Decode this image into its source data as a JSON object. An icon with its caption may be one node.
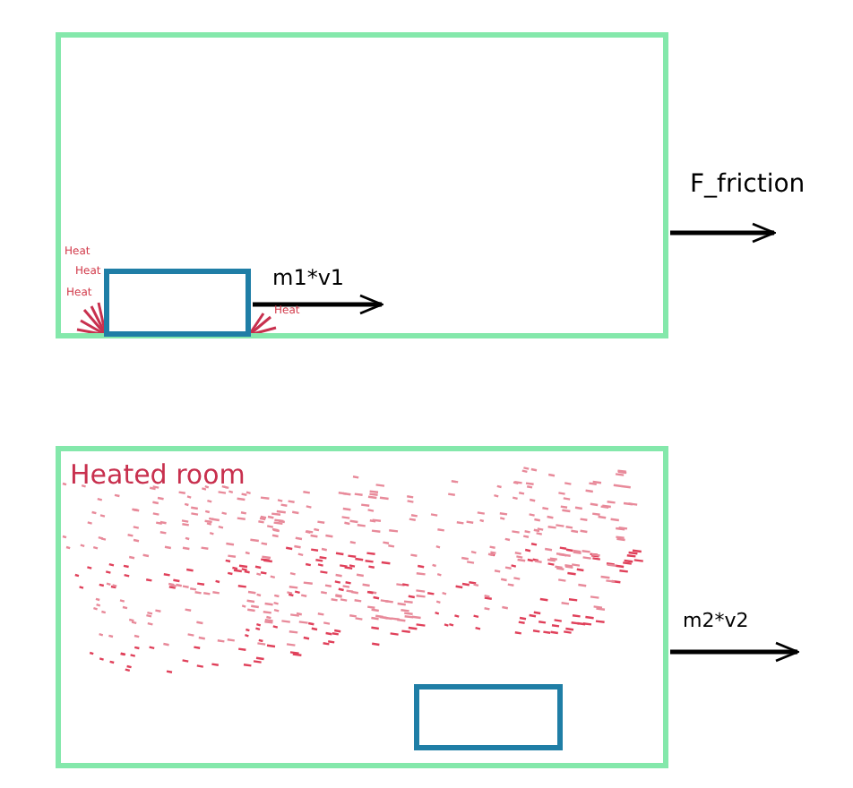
{
  "diagram": {
    "nodes": [
      {
        "text": [],
        "shape": "box"
      },
      {
        "text": [],
        "shape": "box",
        "in": 0
      },
      {
        "text": [
          "Heated room"
        ]
      },
      {
        "text": [],
        "shape": "box",
        "in": 2
      }
    ],
    "edges": [
      {
        "from": 1,
        "to": null,
        "arrow": "to",
        "label": "m1*v1"
      },
      {
        "from": 0,
        "to": null,
        "arrow": "to",
        "label": "F_friction"
      },
      {
        "from": 2,
        "to": null,
        "arrow": "to",
        "label": "m2*v2"
      }
    ],
    "labels": [
      "Heat",
      "Heat",
      "Heat",
      "Heat"
    ]
  }
}
